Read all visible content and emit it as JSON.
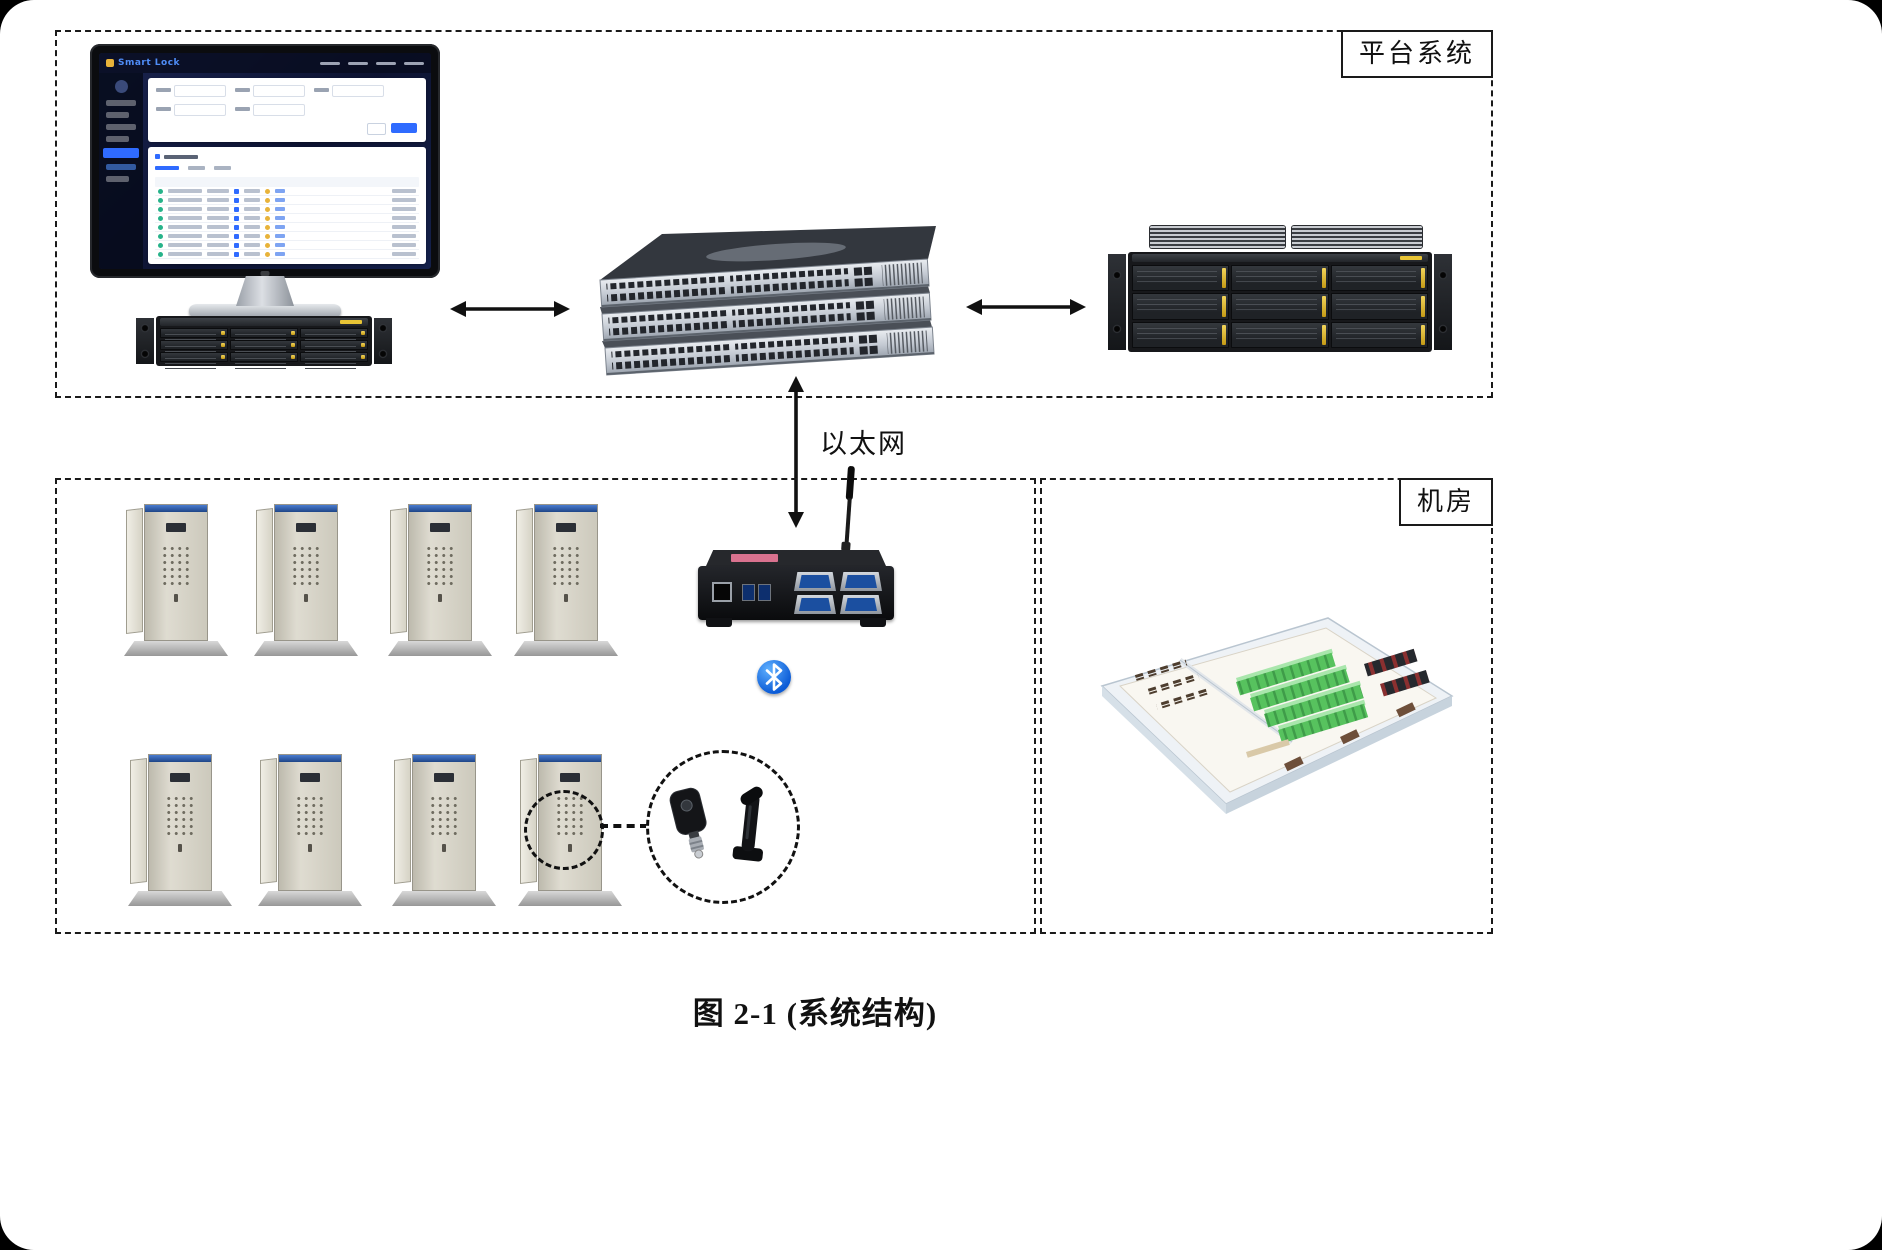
{
  "frame": {
    "platform_label": "平台系统",
    "room_label": "机房",
    "ethernet_label": "以太网",
    "caption": "图 2-1 (系统结构)"
  },
  "monitor_ui": {
    "app_title": "Smart Lock"
  },
  "icons": {
    "bidirectional_arrow": "↔",
    "vertical_arrow": "↕",
    "bluetooth": "ᛒ",
    "antenna": "antenna-icon",
    "key": "key-icon",
    "lock_handle": "lock-handle-icon"
  },
  "colors": {
    "accent_blue": "#2f6bff",
    "bluetooth_blue": "#0b5bd6",
    "cabinet_blue": "#2a5caa",
    "led_yellow": "#e8c435",
    "rack_green": "#57c25e"
  }
}
